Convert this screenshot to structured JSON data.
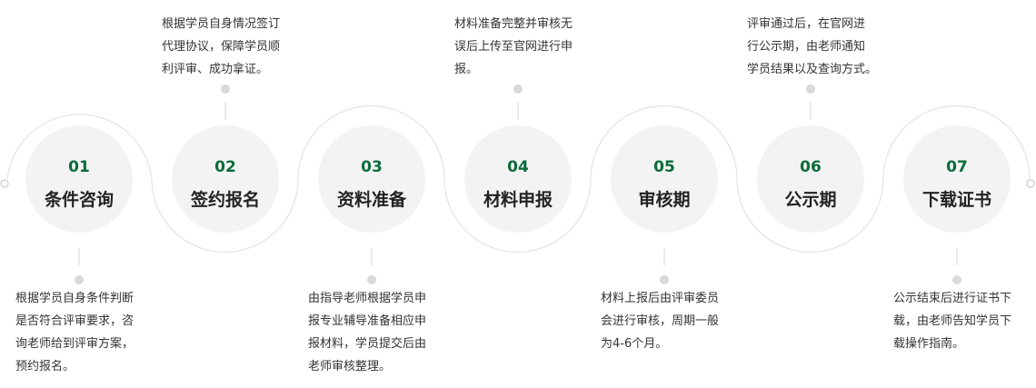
{
  "colors": {
    "accent": "#0b6b3a",
    "circle_fill": "#f3f3f3",
    "line": "#e3e3e3",
    "dot": "#d9d9d9",
    "text": "#333333"
  },
  "steps": [
    {
      "number": "01",
      "title": "条件咨询",
      "position": "bottom",
      "lines": [
        "根据学员自身条件判断",
        "是否符合评审要求，咨",
        "询老师给到评审方案，",
        "预约报名。"
      ]
    },
    {
      "number": "02",
      "title": "签约报名",
      "position": "top",
      "lines": [
        "根据学员自身情况签订",
        "代理协议，保障学员顺",
        "利评审、成功拿证。"
      ]
    },
    {
      "number": "03",
      "title": "资料准备",
      "position": "bottom",
      "lines": [
        "由指导老师根据学员申",
        "报专业辅导准备相应申",
        "报材料，学员提交后由",
        "老师审核整理。"
      ]
    },
    {
      "number": "04",
      "title": "材料申报",
      "position": "top",
      "lines": [
        "材料准备完整并审核无",
        "误后上传至官网进行申",
        "报。"
      ]
    },
    {
      "number": "05",
      "title": "审核期",
      "position": "bottom",
      "lines": [
        "材料上报后由评审委员",
        "会进行审核，周期一般",
        "为4-6个月。"
      ]
    },
    {
      "number": "06",
      "title": "公示期",
      "position": "top",
      "lines": [
        "评审通过后，在官网进",
        "行公示期，由老师通知",
        "学员结果以及查询方式。"
      ]
    },
    {
      "number": "07",
      "title": "下载证书",
      "position": "bottom",
      "lines": [
        "公示结束后进行证书下",
        "载，由老师告知学员下",
        "载操作指南。"
      ]
    }
  ]
}
